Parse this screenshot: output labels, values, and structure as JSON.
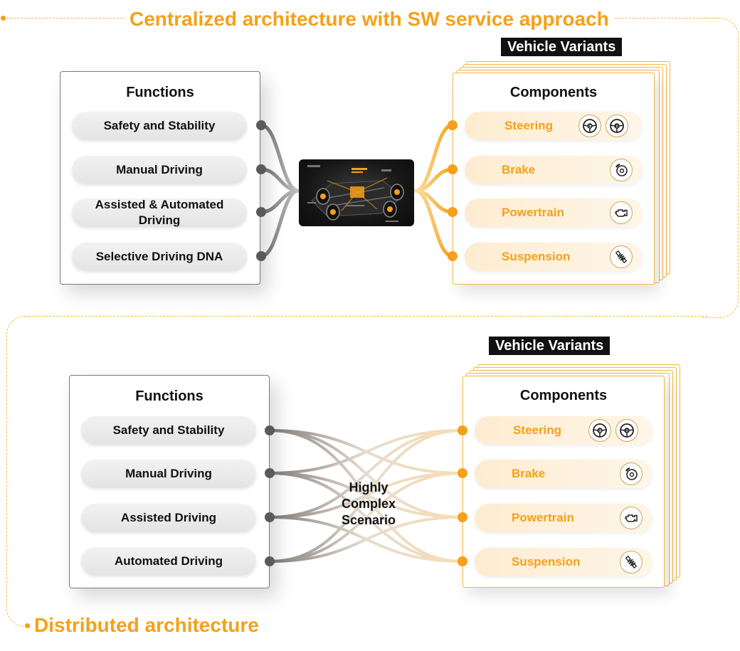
{
  "centralized": {
    "title": "Centralized architecture with SW service approach",
    "vehicle_variants": "Vehicle Variants",
    "functions": {
      "title": "Functions",
      "items": [
        "Safety and Stability",
        "Manual Driving",
        "Assisted & Automated Driving",
        "Selective Driving DNA"
      ]
    },
    "components": {
      "title": "Components",
      "items": [
        {
          "label": "Steering",
          "icons": [
            "steering-front-icon",
            "steering-rear-icon"
          ]
        },
        {
          "label": "Brake",
          "icons": [
            "brake-disc-icon"
          ]
        },
        {
          "label": "Powertrain",
          "icons": [
            "engine-icon"
          ]
        },
        {
          "label": "Suspension",
          "icons": [
            "shock-absorber-icon"
          ]
        }
      ]
    },
    "central_unit_icon": "vehicle-motion-control-unit-image"
  },
  "distributed": {
    "title": "Distributed architecture",
    "vehicle_variants": "Vehicle Variants",
    "functions": {
      "title": "Functions",
      "items": [
        "Safety and Stability",
        "Manual Driving",
        "Assisted Driving",
        "Automated Driving"
      ]
    },
    "components": {
      "title": "Components",
      "items": [
        {
          "label": "Steering",
          "icons": [
            "steering-front-icon",
            "steering-rear-icon"
          ]
        },
        {
          "label": "Brake",
          "icons": [
            "brake-disc-icon"
          ]
        },
        {
          "label": "Powertrain",
          "icons": [
            "engine-icon"
          ]
        },
        {
          "label": "Suspension",
          "icons": [
            "shock-absorber-icon"
          ]
        }
      ]
    },
    "complexity": [
      "Highly",
      "Complex",
      "Scenario"
    ]
  },
  "colors": {
    "accent": "#f5a01a",
    "accent_light": "#fdecd1",
    "function_pill": "#e8e8e8",
    "connector_gray": "#5a5a5a",
    "label_bg": "#111111"
  }
}
